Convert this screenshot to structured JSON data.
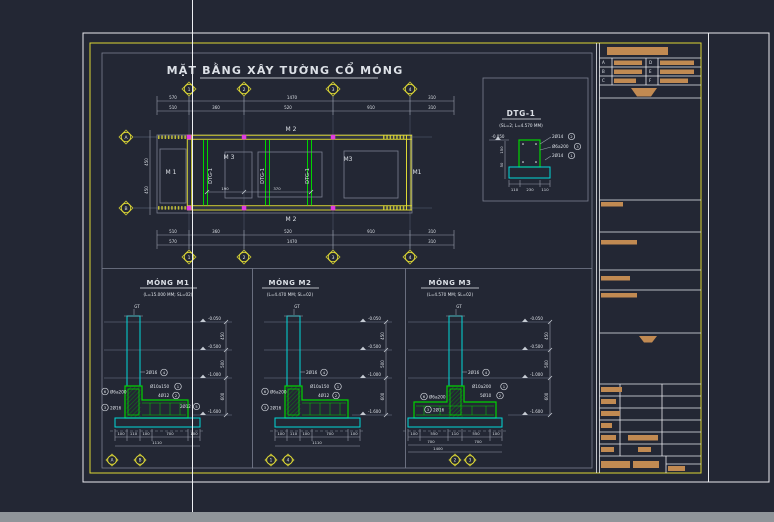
{
  "canvas": {
    "bg": "#232734",
    "frame_white": "#e9eaee",
    "frame_yellow": "#dcd735",
    "line_green": "#00d400",
    "line_cyan": "#00d8d8",
    "node_magenta": "#e03ce0",
    "bar_orange": "#c18a52"
  },
  "plan": {
    "title": "MẶT BẰNG XÂY TƯỜNG CỔ MÓNG",
    "grid": [
      "1",
      "2",
      "3",
      "4"
    ],
    "grid_rows": [
      "A",
      "B"
    ],
    "dims": {
      "top_outer": [
        "570",
        "1470",
        "310"
      ],
      "top_inner": [
        "510",
        "360",
        "520",
        "910",
        "310"
      ],
      "bottom_inner": [
        "510",
        "360",
        "520",
        "910",
        "310"
      ],
      "bottom_outer": [
        "570",
        "1470",
        "310"
      ],
      "left": [
        "450",
        "450"
      ],
      "interior": [
        "190",
        "370"
      ]
    },
    "labels": {
      "m1_left": "M 1",
      "m3_left": "M 3",
      "m2_top": "M 2",
      "m3_right": "M3",
      "m1_right": "M1",
      "m2_bottom": "M 2",
      "dtg": "DTG-1"
    }
  },
  "dtg": {
    "title": "DTG-1",
    "subtitle": "(SL=2; L=4.570 MM)",
    "level": "-0.050",
    "side_dims": [
      "150",
      "50"
    ],
    "callouts": [
      {
        "label": "2Ø14",
        "num": "2"
      },
      {
        "label": "Ø6a200",
        "num": "3"
      },
      {
        "label": "2Ø14",
        "num": "1"
      }
    ],
    "bottom_dims": [
      "110",
      "230",
      "110"
    ]
  },
  "details": [
    {
      "title": "MÓNG M1",
      "subtitle": "(L=15.000 MM; SL=02)",
      "gt": "GT",
      "levels": [
        "-0.050",
        "-0.500",
        "-1.000",
        "-1.600"
      ],
      "vdims": [
        "450",
        "500",
        "600"
      ],
      "callouts": [
        {
          "label": "2Ø16",
          "num": "4"
        },
        {
          "label": "Ø10a150",
          "num": "1"
        },
        {
          "label": "4Ø12",
          "num": "2"
        },
        {
          "label": "Ø6a200",
          "num": "6"
        },
        {
          "label": "2Ø16",
          "num": "3"
        },
        {
          "label": "2Ø12",
          "num": "5"
        }
      ],
      "bottom_dims": [
        "100",
        "110",
        "100",
        "700",
        "100"
      ],
      "total_dim": "1110",
      "bubbles": [
        "A",
        "B"
      ]
    },
    {
      "title": "MÓNG M2",
      "subtitle": "(L=4.470 MM; SL=02)",
      "gt": "GT",
      "levels": [
        "-0.050",
        "-0.500",
        "-1.000",
        "-1.600"
      ],
      "vdims": [
        "450",
        "500",
        "600"
      ],
      "callouts": [
        {
          "label": "2Ø16",
          "num": "4"
        },
        {
          "label": "Ø10a150",
          "num": "1"
        },
        {
          "label": "4Ø12",
          "num": "2"
        },
        {
          "label": "Ø6a200",
          "num": "6"
        },
        {
          "label": "2Ø16",
          "num": "3"
        }
      ],
      "bottom_dims": [
        "100",
        "110",
        "100",
        "700",
        "100"
      ],
      "total_dim": "1110",
      "bubbles": [
        "1",
        "4"
      ]
    },
    {
      "title": "MÓNG M3",
      "subtitle": "(L=4.570 MM; SL=02)",
      "gt": "GT",
      "levels": [
        "-0.050",
        "-0.500",
        "-1.000",
        "-1.600"
      ],
      "vdims": [
        "450",
        "500",
        "600"
      ],
      "callouts": [
        {
          "label": "2Ø16",
          "num": "4"
        },
        {
          "label": "Ø10a200",
          "num": "1"
        },
        {
          "label": "5Ø10",
          "num": "2"
        },
        {
          "label": "Ø6a200",
          "num": "6"
        },
        {
          "label": "2Ø16",
          "num": "3"
        }
      ],
      "bottom_dims": [
        "100",
        "550",
        "110",
        "550",
        "100"
      ],
      "mid_dims": [
        "700",
        "700"
      ],
      "total_dim": "1400",
      "bubbles": [
        "2",
        "3"
      ]
    }
  ],
  "titleblock": {
    "left_letters": [
      "A",
      "B",
      "C"
    ],
    "right_letters": [
      "D",
      "E",
      "F"
    ]
  }
}
